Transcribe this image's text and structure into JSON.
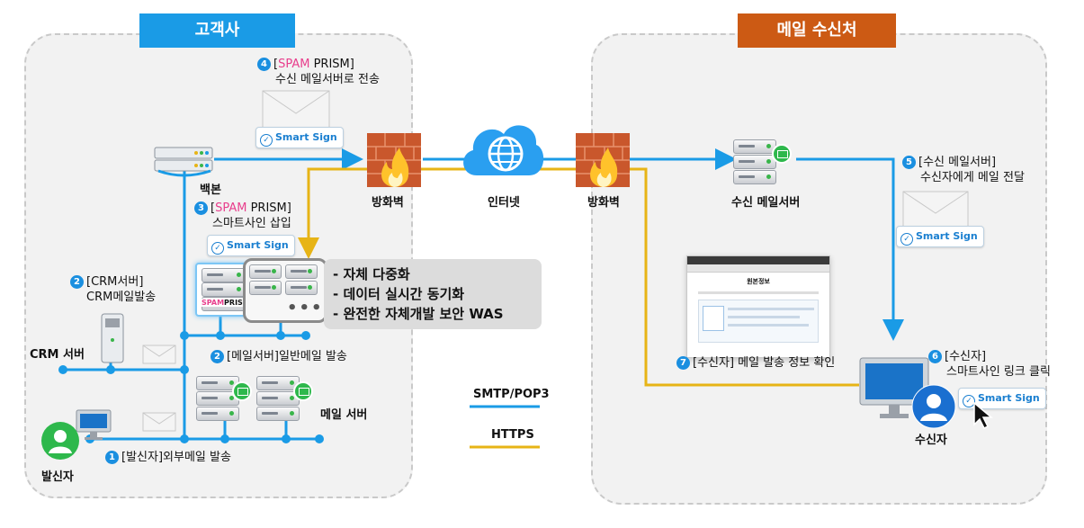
{
  "zones": {
    "customer": {
      "title": "고객사",
      "color": "#1a9be6"
    },
    "recipient": {
      "title": "메일 수신처",
      "color": "#cc5a14"
    }
  },
  "colors": {
    "smtp": "#1a9be6",
    "https": "#e7b416",
    "accent_pink": "#e83e8c"
  },
  "smart_sign": {
    "label": "Smart Sign",
    "icon": "check-circle-icon"
  },
  "nodes": {
    "backbone": "백본",
    "firewall_left": "방화벽",
    "internet": "인터넷",
    "firewall_right": "방화벽",
    "recv_server": "수신 메일서버",
    "crm_server": "CRM 서버",
    "mail_server": "메일 서버",
    "sender": "발신자",
    "receiver": "수신자"
  },
  "steps": {
    "s1": {
      "num": "1",
      "text": "[발신자]외부메일 발송"
    },
    "s2a": {
      "num": "2",
      "line1": "[CRM서버]",
      "line2": "CRM메일발송"
    },
    "s2b": {
      "num": "2",
      "text": "[메일서버]일반메일 발송"
    },
    "s3": {
      "num": "3",
      "bracket_open": "[",
      "brand_spam": "SPAM",
      "brand_rest": " PRISM]",
      "line2": "스마트사인 삽입"
    },
    "s4": {
      "num": "4",
      "bracket_open": "[",
      "brand_spam": "SPAM",
      "brand_rest": " PRISM]",
      "line2": "수신 메일서버로 전송"
    },
    "s5": {
      "num": "5",
      "line1": "[수신 메일서버]",
      "line2": "수신자에게 메일 전달"
    },
    "s6": {
      "num": "6",
      "line1": "[수신자]",
      "line2": "스마트사인 링크 클릭"
    },
    "s7": {
      "num": "7",
      "text": "[수신자] 메일 발송 정보 확인"
    }
  },
  "features": [
    "- 자체 다중화",
    "- 데이터 실시간 동기화",
    "- 완전한 자체개발 보안 WAS"
  ],
  "spam_prism_logo": {
    "spam": "SPAM",
    "prism": "PRISM"
  },
  "legend": {
    "smtp": "SMTP/POP3",
    "https": "HTTPS"
  },
  "browser": {
    "title": "원본정보"
  }
}
